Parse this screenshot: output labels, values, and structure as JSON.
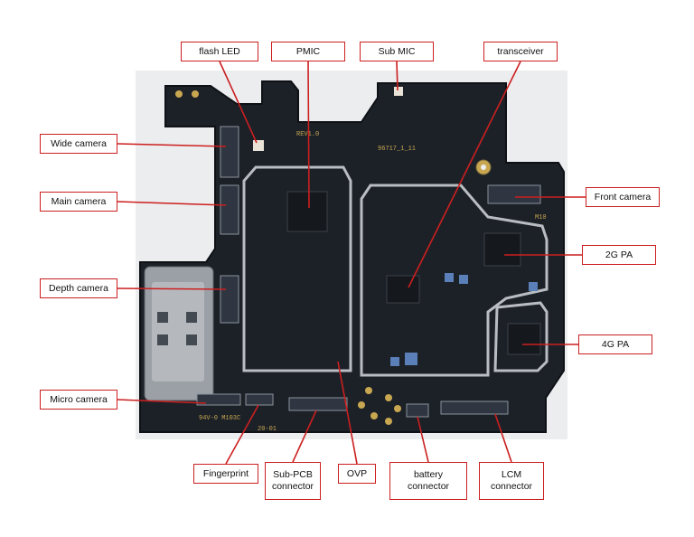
{
  "labels": {
    "flash_led": "flash LED",
    "pmic": "PMIC",
    "sub_mic": "Sub MIC",
    "transceiver": "transceiver",
    "wide_camera": "Wide camera",
    "main_camera": "Main camera",
    "depth_camera": "Depth camera",
    "micro_camera": "Micro camera",
    "front_camera": "Front camera",
    "pa_2g": "2G PA",
    "pa_4g": "4G PA",
    "fingerprint": "Fingerprint",
    "sub_pcb_connector": "Sub-PCB\nconnector",
    "ovp": "OVP",
    "battery_connector": "battery\nconnector",
    "lcm_connector": "LCM\nconnector"
  },
  "board_markings": {
    "rev": "REV1.0",
    "code": "96717_1_11",
    "side_mark": "M10",
    "bottom_text": "94V-0 M103C",
    "bottom_code": "20-01"
  },
  "colors": {
    "callout": "#cc1f1f",
    "board": "#1c2128",
    "shield": "#b9bdc2"
  }
}
